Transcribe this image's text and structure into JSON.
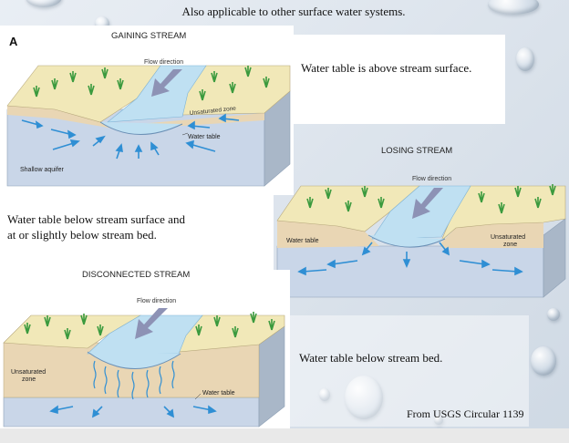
{
  "header": {
    "text": "Also applicable to other surface water systems."
  },
  "gaining": {
    "letter": "A",
    "title": "GAINING STREAM",
    "flow_label": "Flow direction",
    "unsat_label": "Unsaturated zone",
    "wt_label": "Water table",
    "aquifer_label": "Shallow aquifer",
    "caption": "Water table is above stream surface."
  },
  "losing": {
    "title": "LOSING STREAM",
    "flow_label": "Flow direction",
    "wt_label": "Water table",
    "unsat_label_1": "Unsaturated",
    "unsat_label_2": "zone",
    "caption_1": "Water table below stream surface and",
    "caption_2": "at or slightly below stream bed."
  },
  "disconnected": {
    "title": "DISCONNECTED STREAM",
    "flow_label": "Flow direction",
    "unsat_label_1": "Unsaturated",
    "unsat_label_2": "zone",
    "wt_label": "Water table",
    "caption": "Water table below stream bed."
  },
  "credit": "From USGS Circular 1139",
  "colors": {
    "ground": "#f1e8b8",
    "unsat": "#e9d6b4",
    "saturated": "#c9d6e8",
    "side": "#a9b7c8",
    "water": "#bfe0f2",
    "arrow": "#2f8fd4",
    "flow_arrow": "#8d92b5",
    "grass": "#3b9a3e"
  }
}
